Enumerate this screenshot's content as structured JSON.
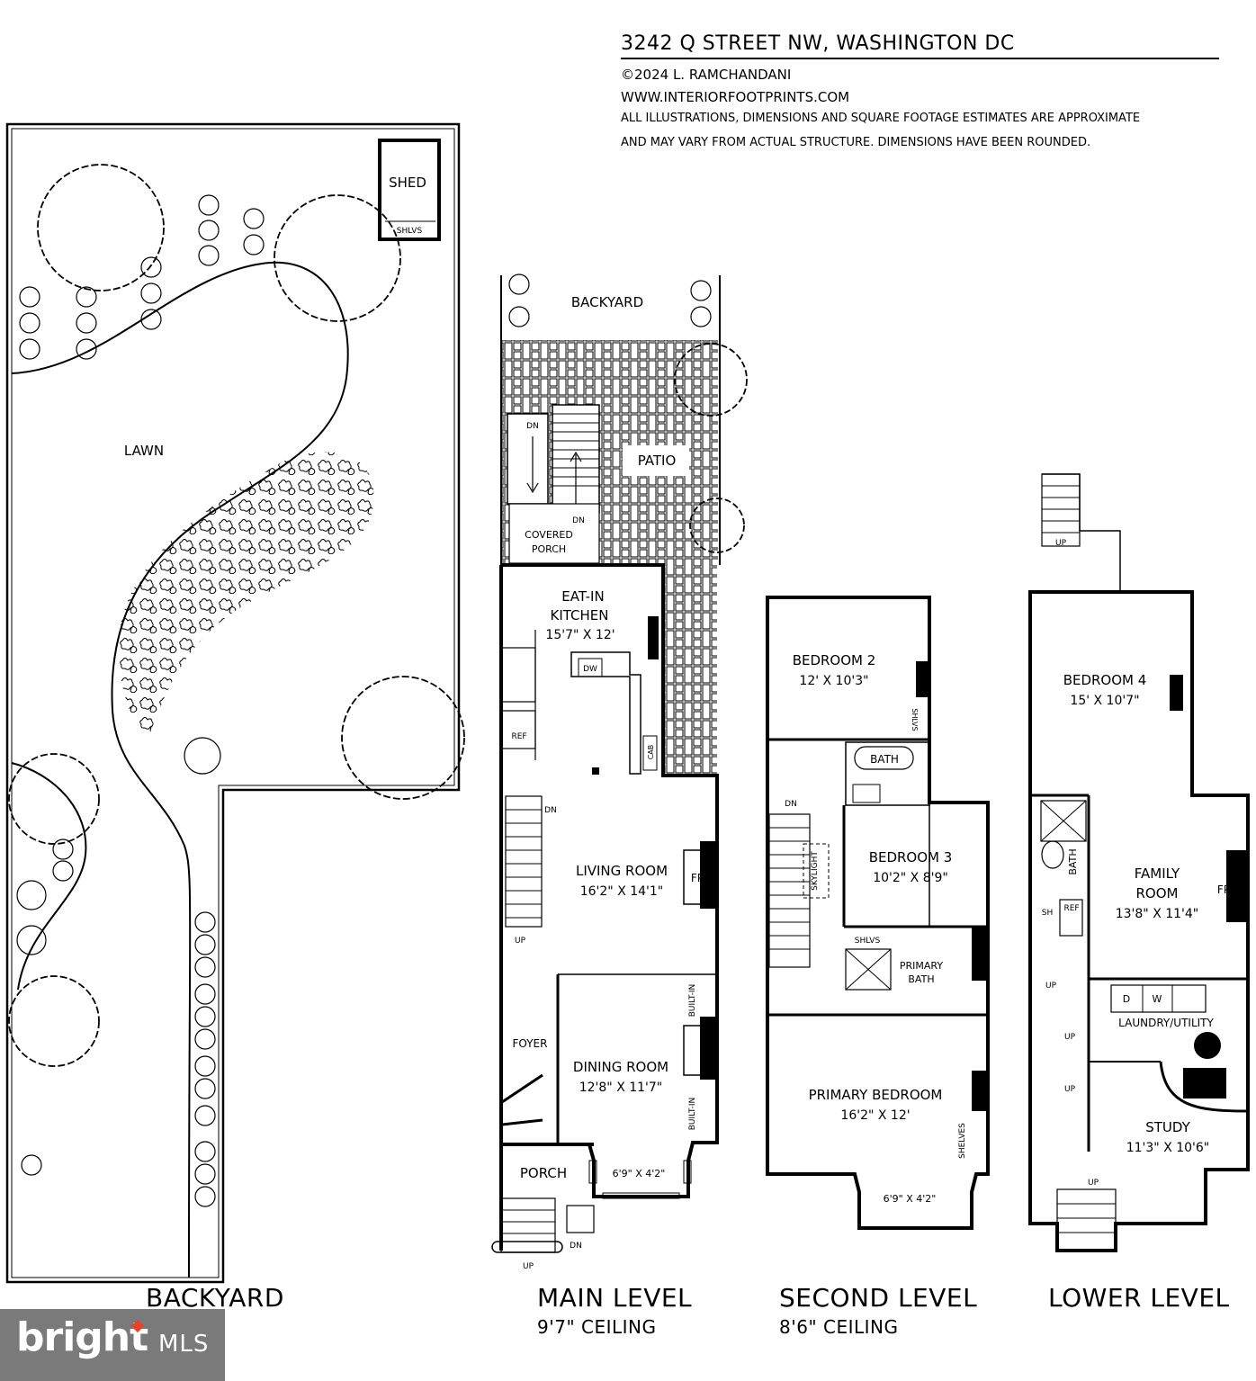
{
  "header": {
    "address": "3242 Q STREET NW, WASHINGTON DC",
    "copyright": "©2024 L. RAMCHANDANI",
    "website": "WWW.INTERIORFOOTPRINTS.COM",
    "disclaimer_1": "ALL ILLUSTRATIONS, DIMENSIONS AND SQUARE FOOTAGE ESTIMATES ARE APPROXIMATE",
    "disclaimer_2": "AND MAY VARY FROM ACTUAL STRUCTURE. DIMENSIONS HAVE BEEN ROUNDED."
  },
  "backyard": {
    "title": "BACKYARD",
    "shed": "SHED",
    "shlvs": "SHLVS",
    "lawn": "LAWN"
  },
  "main_level": {
    "title": "MAIN LEVEL",
    "ceiling": "9'7\" CEILING",
    "backyard": "BACKYARD",
    "patio": "PATIO",
    "covered_porch_1": "COVERED",
    "covered_porch_2": "PORCH",
    "dn": "DN",
    "up": "UP",
    "kitchen_1": "EAT-IN",
    "kitchen_2": "KITCHEN",
    "kitchen_dim": "15'7\" X 12'",
    "dw": "DW",
    "ref": "REF",
    "cab": "CAB",
    "living": "LIVING ROOM",
    "living_dim": "16'2\" X 14'1\"",
    "fp": "FP",
    "foyer": "FOYER",
    "dining": "DINING ROOM",
    "dining_dim": "12'8\" X 11'7\"",
    "built_in": "BUILT-IN",
    "porch": "PORCH",
    "bay_dim": "6'9\" X 4'2\""
  },
  "second_level": {
    "title": "SECOND LEVEL",
    "ceiling": "8'6\" CEILING",
    "bedroom2": "BEDROOM 2",
    "bedroom2_dim": "12' X 10'3\"",
    "shlvs": "SHLVS",
    "bath": "BATH",
    "dn": "DN",
    "skylight": "SKYLIGHT",
    "bedroom3": "BEDROOM 3",
    "bedroom3_dim": "10'2\" X 8'9\"",
    "primary_bath_1": "PRIMARY",
    "primary_bath_2": "BATH",
    "primary_bedroom": "PRIMARY BEDROOM",
    "primary_bedroom_dim": "16'2\" X 12'",
    "shelves": "SHELVES",
    "bay_dim": "6'9\" X 4'2\""
  },
  "lower_level": {
    "title": "LOWER LEVEL",
    "up": "UP",
    "bedroom4": "BEDROOM 4",
    "bedroom4_dim": "15' X 10'7\"",
    "bath": "BATH",
    "sh": "SH",
    "ref": "REF",
    "family_1": "FAMILY",
    "family_2": "ROOM",
    "family_dim": "13'8\" X 11'4\"",
    "fp": "FP",
    "d": "D",
    "w": "W",
    "laundry": "LAUNDRY/UTILITY",
    "study": "STUDY",
    "study_dim": "11'3\" X 10'6\""
  },
  "watermark": {
    "brand": "bright",
    "suffix": "MLS"
  }
}
